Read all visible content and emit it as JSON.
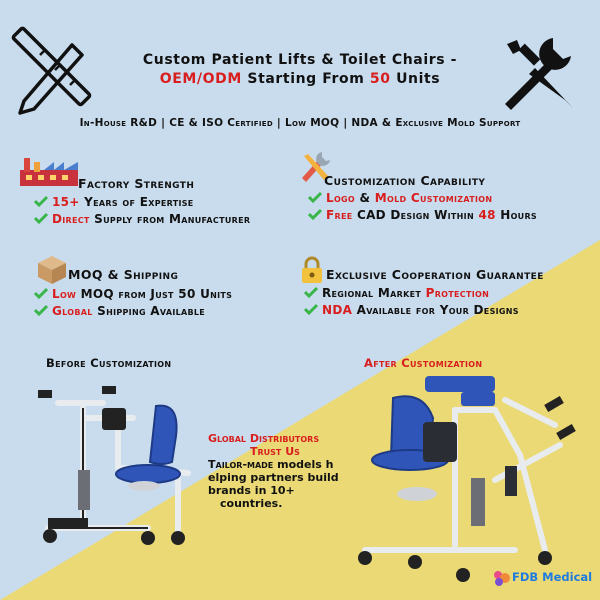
{
  "header": {
    "title_line1": "Custom Patient Lifts & Toilet Chairs -",
    "title_line2_red": "OEM/ODM",
    "title_line2_mid": " Starting From ",
    "title_line2_num": "50",
    "title_line2_end": " Units",
    "certs": "In-House R&D | CE & ISO Certified | Low MOQ | NDA & Exclusive Mold Support"
  },
  "sections": {
    "factory": {
      "title": "Factory Strength",
      "item1_red": "15+",
      "item1_rest": " Years of Expertise",
      "item2_red": "Direct",
      "item2_rest": " Supply from Manufacturer"
    },
    "custom": {
      "title": "Customization Capability",
      "item1_red_a": "Logo",
      "item1_mid": " & ",
      "item1_red_b": "Mold Customization",
      "item2_red": "Free",
      "item2_mid": " CAD Design Within ",
      "item2_red_b": "48",
      "item2_end": " Hours"
    },
    "moq": {
      "title": "MOQ & Shipping",
      "item1_red": "Low",
      "item1_rest": " MOQ from Just 50 Units",
      "item2_red": "Global",
      "item2_rest": " Shipping Available"
    },
    "exclusive": {
      "title": "Exclusive Cooperation Guarantee",
      "item1_a": "Regional Market ",
      "item1_red": "Protection",
      "item2_red": "NDA",
      "item2_rest": " Available for Your Designs"
    }
  },
  "before_label": "Before Customization",
  "after_label": "After Customization",
  "middle": {
    "line1": "Global Distributors",
    "line2": "Trust Us",
    "line3a": "Tailor-made ",
    "line3b": "models h",
    "line4": "elping partners build",
    "line5": "brands in 10+",
    "line6": "countries."
  },
  "brand": {
    "logo_text": "FDB Medical"
  },
  "colors": {
    "accent": "#d81e1e",
    "check": "#39b54a",
    "bg_top": "#c9dced",
    "bg_bottom": "#ead974",
    "chair_blue": "#2f55b8"
  },
  "icons": [
    "ruler-pencil-icon",
    "wrench-screwdriver-icon",
    "factory-icon",
    "tools-icon",
    "box-icon",
    "padlock-icon",
    "check-icon"
  ]
}
